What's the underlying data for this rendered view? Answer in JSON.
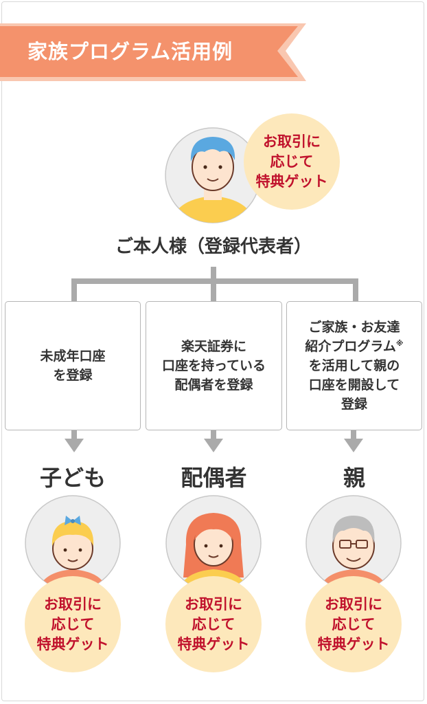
{
  "title": "家族プログラム活用例",
  "colors": {
    "ribbon": "#f4926c",
    "ribbon_edge": "#f9c7b0",
    "connector": "#aaaaaa",
    "badge_bg": "#fde8bb",
    "badge_text": "#c0112c",
    "box_border": "#b5b5b5"
  },
  "badge_text": "お取引に\n応じて\n特典ゲット",
  "representative": {
    "label": "ご本人様（登録代表者）"
  },
  "branches": [
    {
      "box_text": "未成年口座\nを登録",
      "member_label": "子ども"
    },
    {
      "box_text": "楽天証券に\n口座を持っている\n配偶者を登録",
      "member_label": "配偶者"
    },
    {
      "box_text_lines": [
        "ご家族・お友達",
        "紹介プログラム",
        "を活用して親の",
        "口座を開設して",
        "登録"
      ],
      "note_mark": "※",
      "member_label": "親"
    }
  ]
}
